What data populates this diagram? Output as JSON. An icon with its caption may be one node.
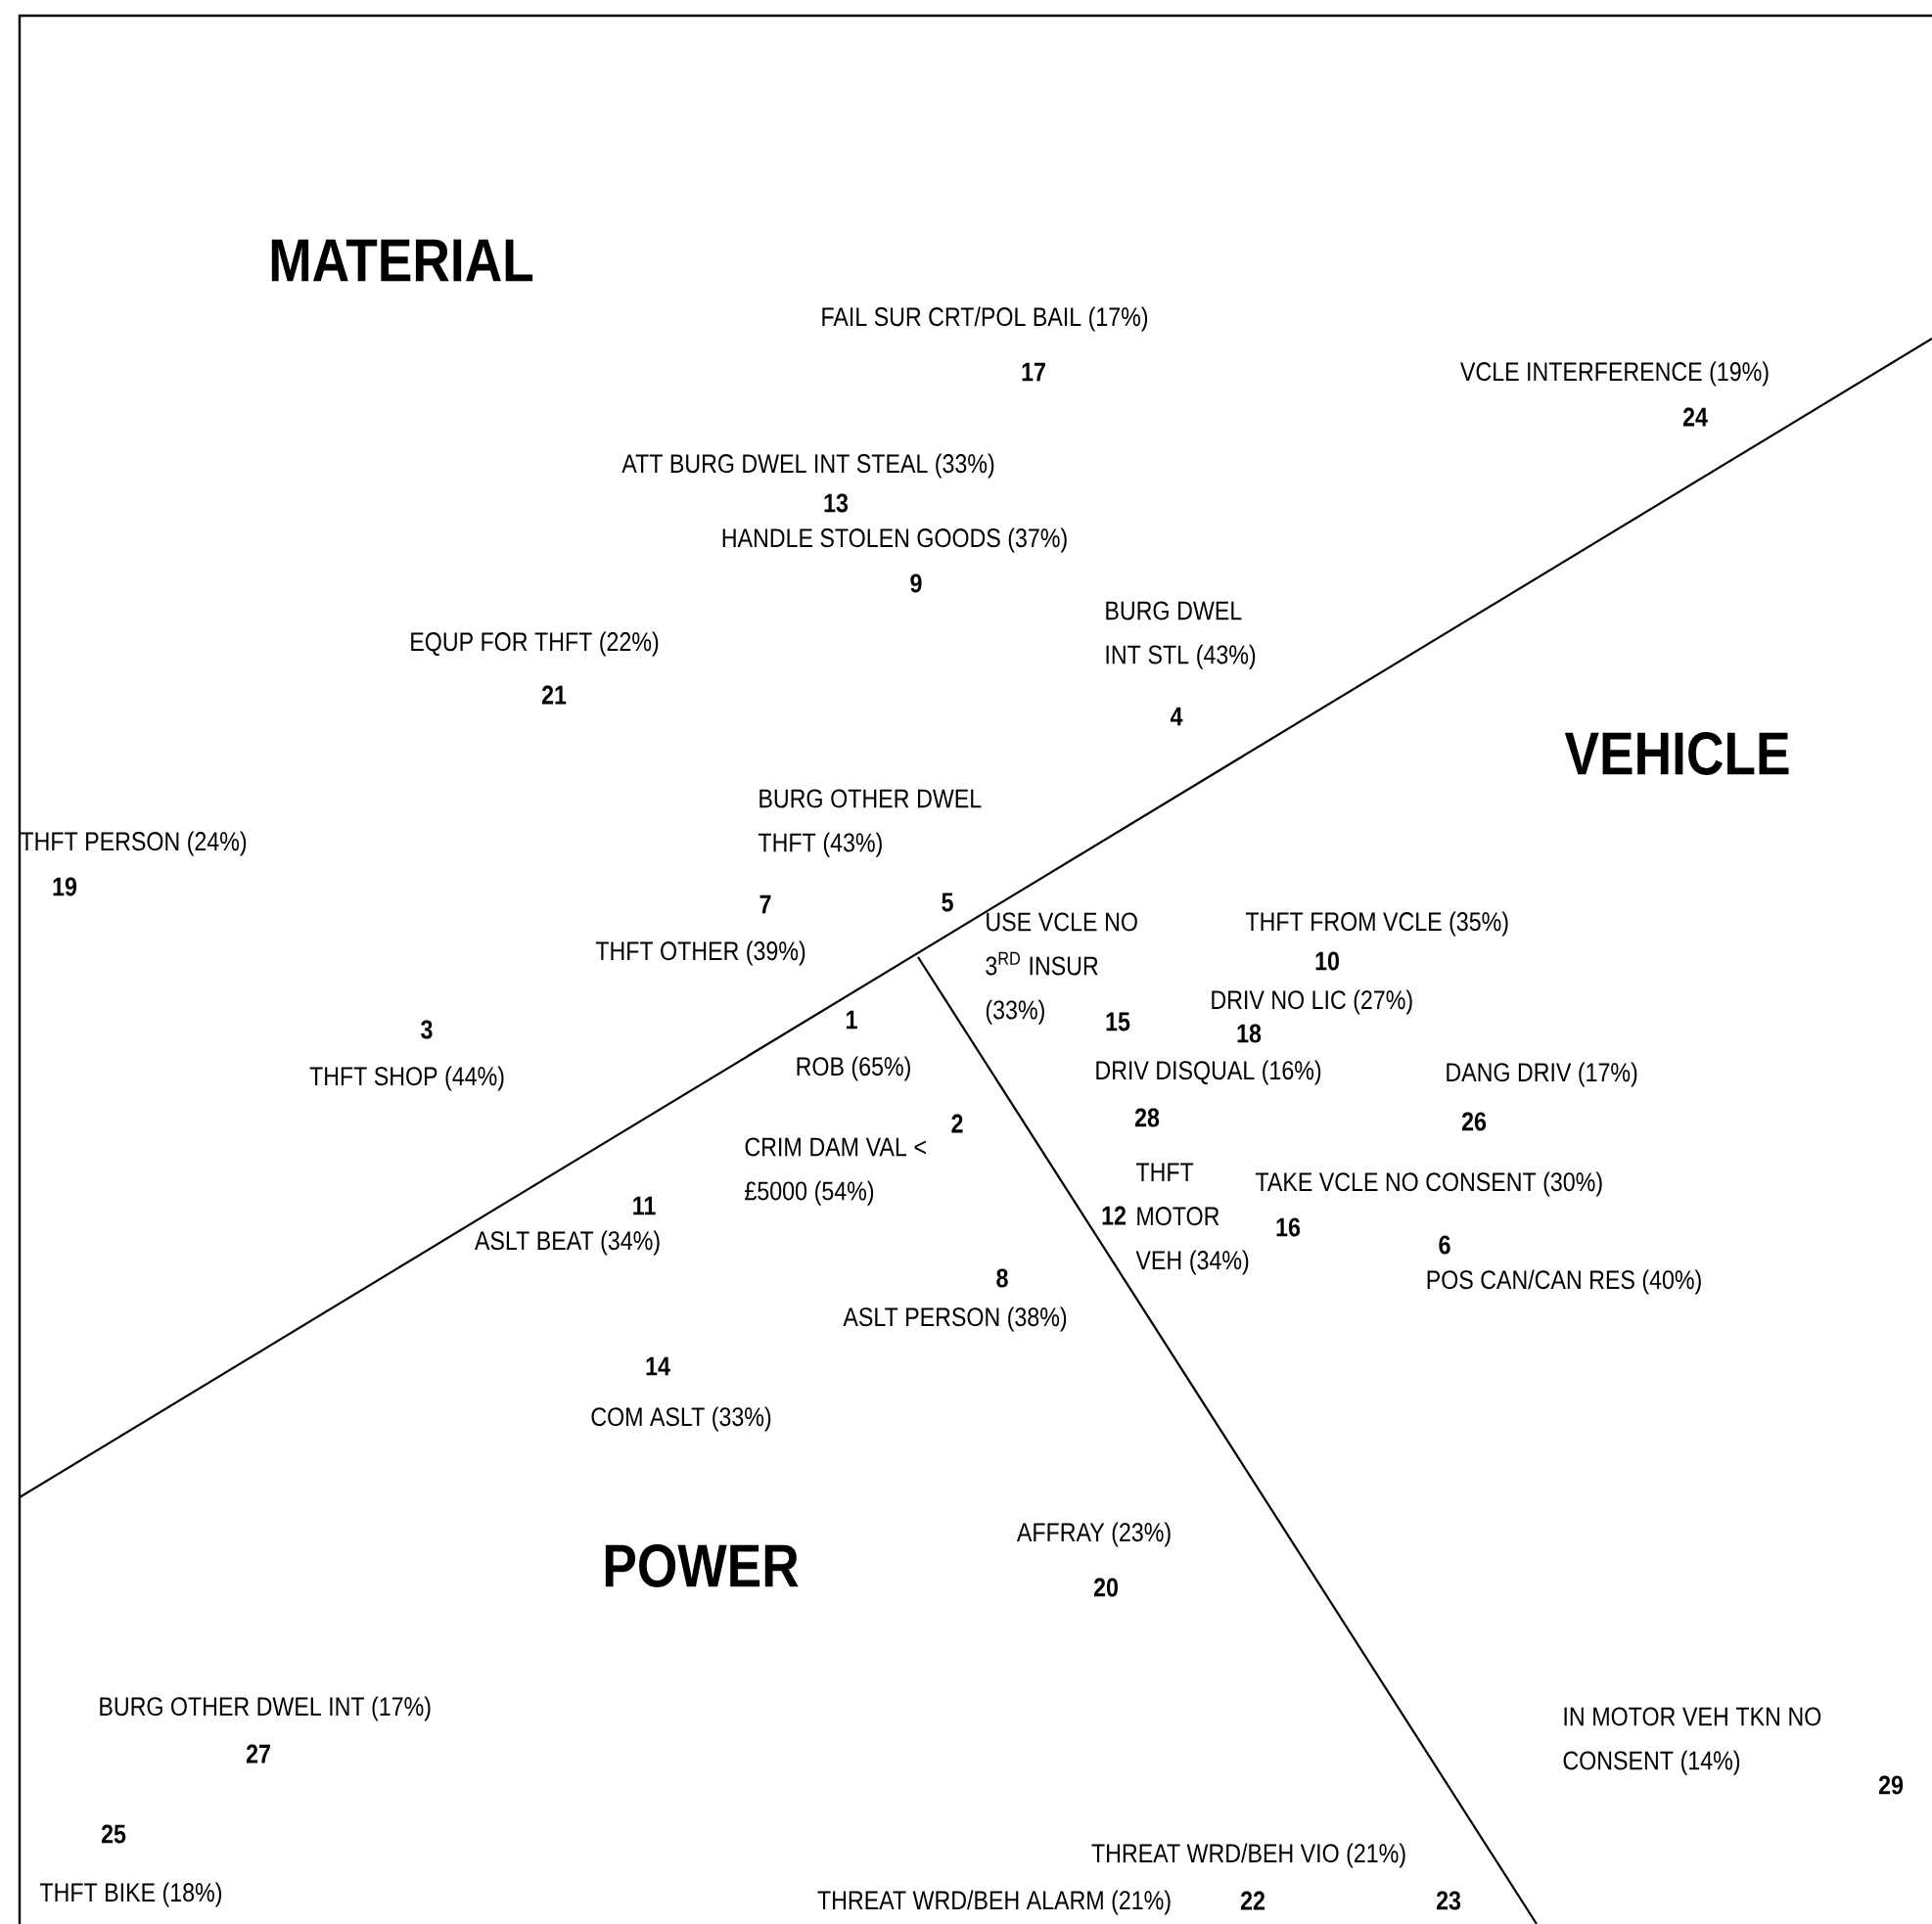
{
  "diagram": {
    "labels": [
      "MATERIAL",
      "FAIL SUR CRT/POL BAIL (17%)",
      "17",
      "VCLE INTERFERENCE (19%)",
      "24",
      "ATT BURG DWEL INT STEAL (33%)",
      "13",
      "HANDLE STOLEN GOODS (37%)",
      "9",
      "EQUP FOR THFT (22%)",
      "BURG DWEL INT STL (43%)",
      "21",
      "4",
      "VEHICLE",
      "BURG OTHER DWEL THFT (43%)",
      "THFT PERSON (24%)",
      "19",
      "7",
      "5",
      "USE VCLE NO 3$^{RD}$ INSUR (33%)",
      "THFT FROM VCLE (35%)",
      "10",
      "THFT OTHER (39%)",
      "DRIV NO LIC (27%)",
      "3",
      "1",
      "15",
      "18",
      "THFT SHOP (44%)",
      "ROB (65%)",
      "DRIV DISQUAL (16%)",
      "DANG DRIV (17%)",
      "2",
      "28",
      "26",
      "CRIM DAM VAL < £5000 (54%)",
      "THFT MOTOR VEH (34%)",
      "TAKE VCLE NO CONSENT (30%)",
      "12",
      "16",
      "11",
      "ASLT BEAT (34%)",
      "6",
      "8",
      "POS CAN/CAN RES (40%)",
      "ASLT PERSON (38%)",
      "14",
      "COM ASLT (33%)",
      "AFFRAY (23%)",
      "POWER",
      "20",
      "BURG OTHER DWEL INT (17%)",
      "27",
      "IN MOTOR VEH TKN NO CONSENT (14%)",
      "29",
      "25",
      "THFT BIKE (18%)",
      "THREAT WRD/BEH VIO (21%)",
      "THREAT WRD/BEH ALARM (21%)",
      "22",
      "23"
    ]
  }
}
